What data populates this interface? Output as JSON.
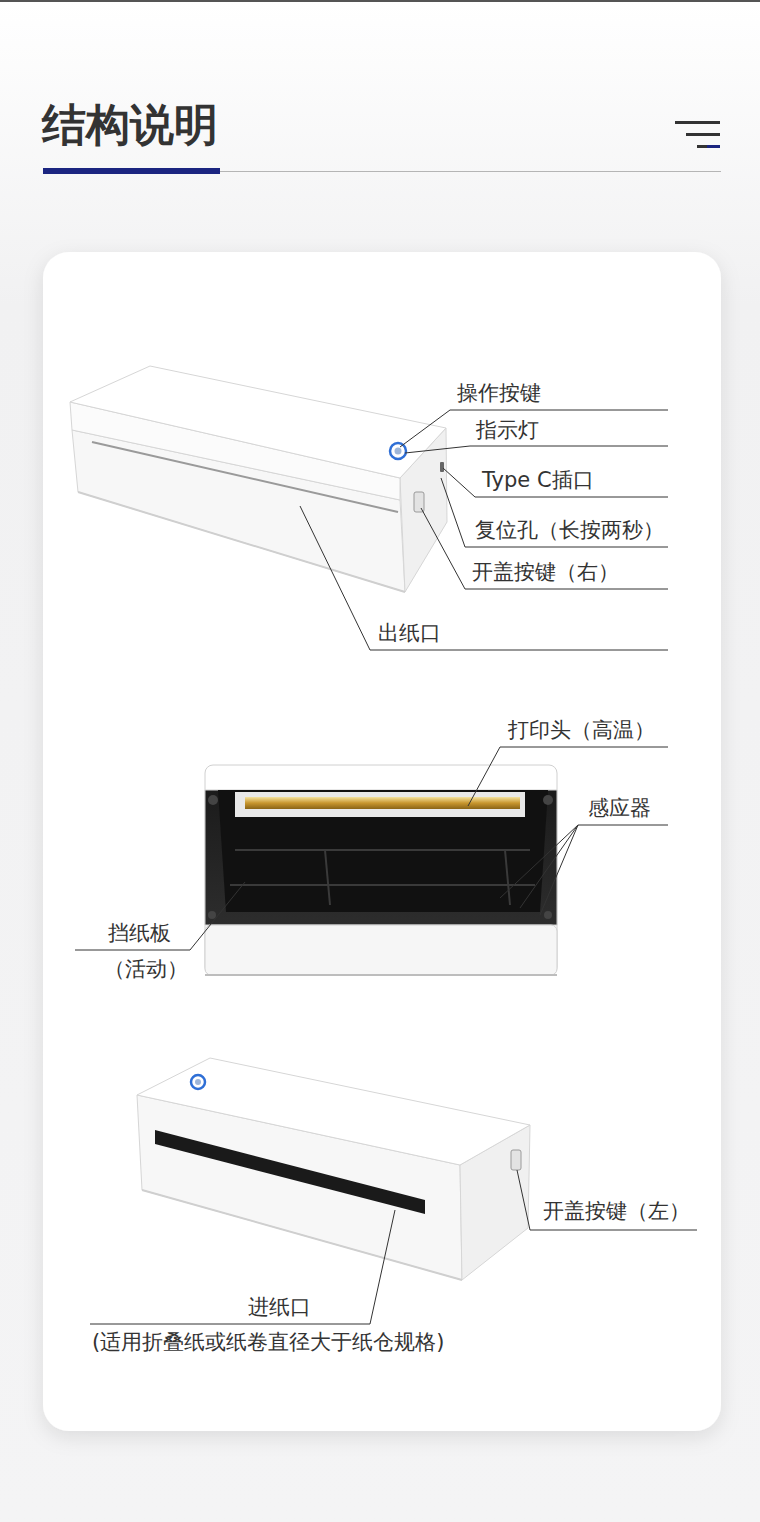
{
  "diagram": {
    "title": "结构说明",
    "labels": [
      "操作按键",
      "指示灯",
      "Type C插口",
      "复位孔（长按两秒）",
      "开盖按键（右）",
      "出纸口",
      "打印头（高温）",
      "感应器",
      "挡纸板",
      "（活动）",
      "开盖按键（左）",
      "进纸口",
      "(适用折叠纸或纸卷直径大于纸仓规格)"
    ]
  }
}
